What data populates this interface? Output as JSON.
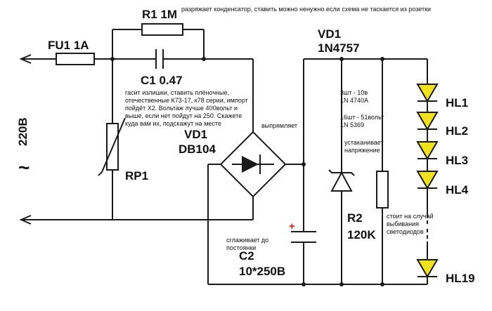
{
  "labels": {
    "fu1": "FU1 1A",
    "r1": "R1 1M",
    "c1": "C1 0.47",
    "vd1_bridge_name": "VD1",
    "vd1_bridge_part": "DB104",
    "rp1": "RP1",
    "vd1_zener_name": "VD1",
    "vd1_zener_part": "1N4757",
    "r2_name": "R2",
    "r2_value": "120K",
    "c2_name": "C2",
    "c2_value": "10*250B",
    "mains": "220B",
    "tilde": "~",
    "plus": "+",
    "hl1": "HL1",
    "hl2": "HL2",
    "hl3": "HL3",
    "hl4": "HL4",
    "hl19": "HL19"
  },
  "notes": {
    "r1_note": "разряжает конденсатор, ставить можно ненужно если схема не таскается из розетки",
    "c1_note_lines": [
      "гасит излишки, ставить плёночные,",
      "отечественные К73-17, к78 серии, импорт",
      "пойдёт Х2. Вольтаж лучше 400вольт и",
      "выше, если нет пойдут на 250. Скажете",
      "куда вам их, подскажут на месте"
    ],
    "bridge_note": "выпрямляет",
    "zener_alt1": "3шт - 10в",
    "zener_alt1_part": "1N 4740A",
    "zener_alt2": "16шт - 51вольт",
    "zener_alt2_part": "1N 5369",
    "zener_note_lines": [
      "устаканивает",
      "напряжение"
    ],
    "c2_note_lines": [
      "сглаживает до",
      "постоянки"
    ],
    "r2_note_lines": [
      "стоит на случай",
      "выбивания",
      "светодиодов"
    ]
  },
  "colors": {
    "wire": "#1a1a1a",
    "led_fill": "#f2e21e",
    "plus": "#d42020",
    "background": "#ffffff"
  }
}
